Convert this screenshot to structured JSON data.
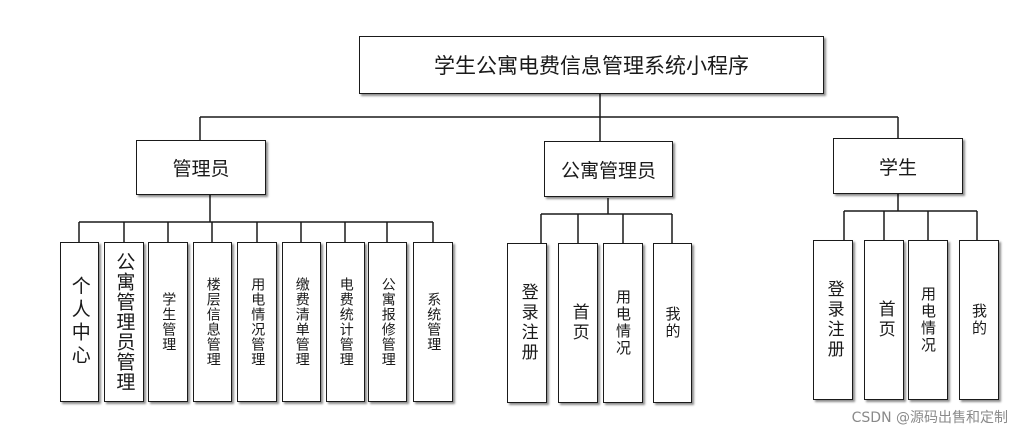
{
  "diagram": {
    "root": "学生公寓电费信息管理系统小程序",
    "roles": [
      {
        "label": "管理员",
        "modules": [
          "个人中心",
          "公寓管理员管理",
          "学生管理",
          "楼层信息管理",
          "用电情况管理",
          "缴费清单管理",
          "电费统计管理",
          "公寓报修管理",
          "系统管理"
        ]
      },
      {
        "label": "公寓管理员",
        "modules": [
          "登录注册",
          "首页",
          "用电情况",
          "我的"
        ]
      },
      {
        "label": "学生",
        "modules": [
          "登录注册",
          "首页",
          "用电情况",
          "我的"
        ]
      }
    ]
  },
  "watermark": "CSDN @源码出售和定制"
}
